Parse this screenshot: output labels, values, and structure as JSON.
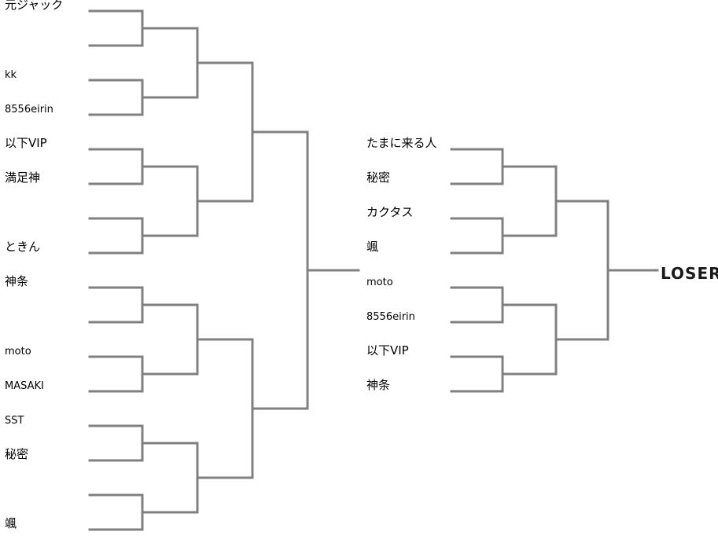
{
  "left_bracket": {
    "entrants": [
      "元ジャック",
      "",
      "kk",
      "8556eirin",
      "以下VIP",
      "満足神",
      "",
      "ときん",
      "神条",
      "",
      "moto",
      "MASAKI",
      "SST",
      "秘密",
      "",
      "颯"
    ]
  },
  "right_bracket": {
    "entrants": [
      "たまに来る人",
      "秘密",
      "カクタス",
      "颯",
      "moto",
      "8556eirin",
      "以下VIP",
      "神条"
    ]
  },
  "final_label": "LOSER",
  "colors": {
    "line": "#808080",
    "text": "#000000",
    "background": "#ffffff"
  }
}
